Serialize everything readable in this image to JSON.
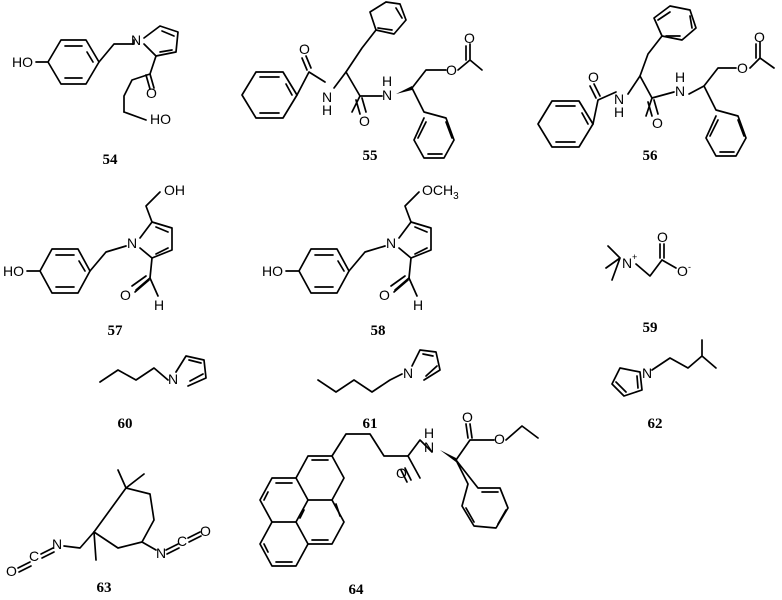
{
  "compounds": [
    {
      "id": "54",
      "atoms": {
        "hydroxyl_left": "HO",
        "n": "N",
        "ketone_o": "O",
        "hydroxyl_bottom": "HO"
      }
    },
    {
      "id": "55",
      "atoms": {
        "amide_o1": "O",
        "nh1": "N",
        "nh1_h": "H",
        "amide_o2": "O",
        "nh2": "N",
        "nh2_h": "H",
        "ester_o": "O",
        "acetyl_o": "O"
      }
    },
    {
      "id": "56",
      "atoms": {
        "amide_o1": "O",
        "nh1": "N",
        "nh1_h": "H",
        "amide_o2": "O",
        "nh2": "N",
        "nh2_h": "H",
        "ester_o": "O",
        "acetyl_o": "O"
      }
    },
    {
      "id": "57",
      "atoms": {
        "hydroxyl_top": "OH",
        "hydroxyl_left": "HO",
        "n": "N",
        "aldehyde_o": "O",
        "aldehyde_h": "H"
      }
    },
    {
      "id": "58",
      "atoms": {
        "methoxy": "OCH",
        "methoxy_sub": "3",
        "hydroxyl_left": "HO",
        "n": "N",
        "aldehyde_o": "O",
        "aldehyde_h": "H"
      }
    },
    {
      "id": "59",
      "atoms": {
        "n": "N",
        "n_charge": "+",
        "carbonyl_o": "O",
        "carboxylate_o": "O",
        "o_charge": "-"
      }
    },
    {
      "id": "60",
      "atoms": {
        "n": "N"
      }
    },
    {
      "id": "61",
      "atoms": {
        "n": "N"
      }
    },
    {
      "id": "62",
      "atoms": {
        "n": "N"
      }
    },
    {
      "id": "63",
      "atoms": {
        "o_left": "O",
        "c_left": "C",
        "n_left": "N",
        "n_right": "N",
        "c_right": "C",
        "o_right": "O"
      }
    },
    {
      "id": "64",
      "atoms": {
        "nh": "N",
        "nh_h": "H",
        "amide_o": "O",
        "ester_o1": "O",
        "ester_o2": "O"
      }
    }
  ]
}
